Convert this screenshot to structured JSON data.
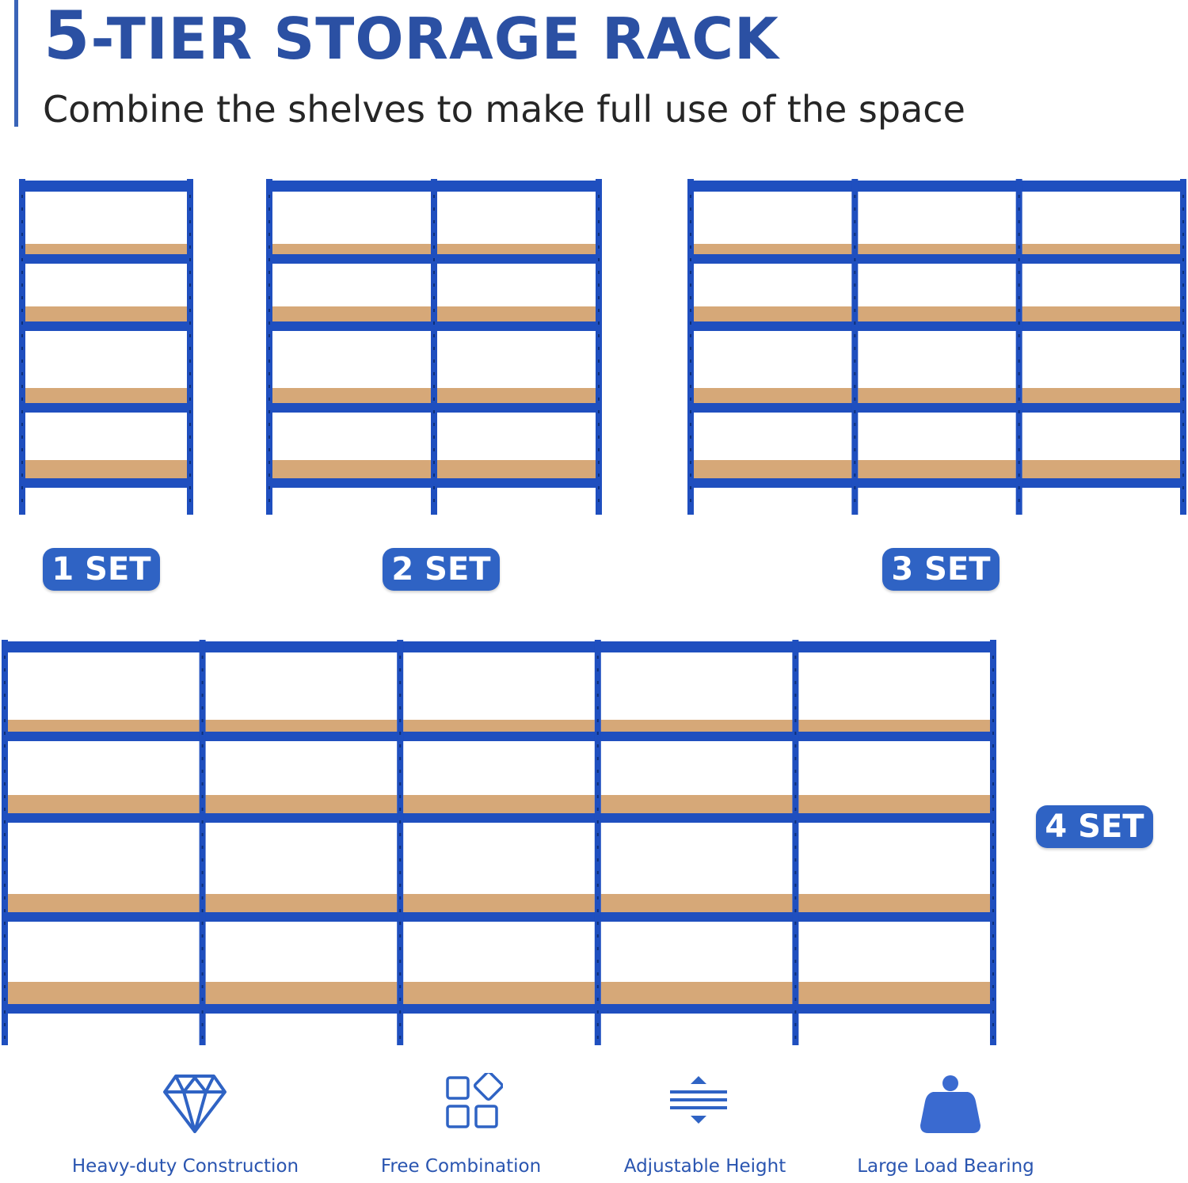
{
  "header": {
    "title_number": "5",
    "title_rest": "-TIER STORAGE RACK",
    "subtitle": "Combine the shelves to make full use of the space"
  },
  "colors": {
    "accent": "#2f63c4",
    "frame": "#1f4fbf",
    "board": "#d6a878",
    "title": "#2b50a3"
  },
  "sets": [
    {
      "label": "1 SET",
      "units": 1
    },
    {
      "label": "2 SET",
      "units": 2
    },
    {
      "label": "3 SET",
      "units": 3
    },
    {
      "label": "4 SET",
      "units": 5
    }
  ],
  "features": [
    {
      "icon": "diamond-icon",
      "label": "Heavy-duty Construction"
    },
    {
      "icon": "grid-combination-icon",
      "label": "Free Combination"
    },
    {
      "icon": "adjustable-height-icon",
      "label": "Adjustable Height"
    },
    {
      "icon": "weight-icon",
      "label": "Large Load Bearing"
    }
  ]
}
